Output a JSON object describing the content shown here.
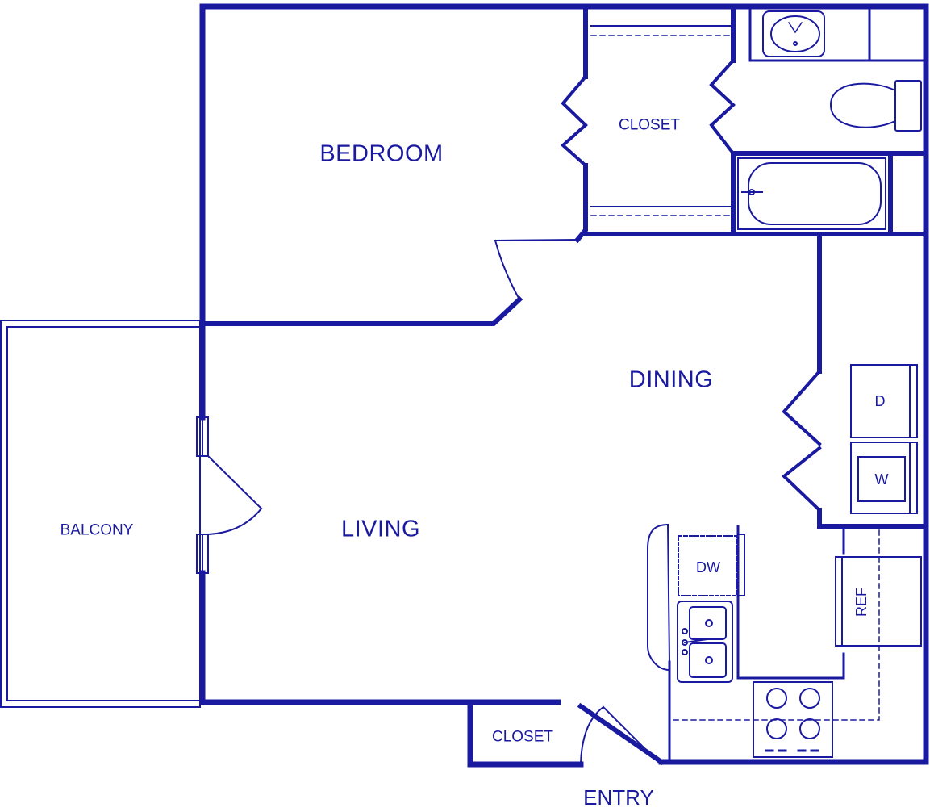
{
  "rooms": {
    "bedroom": "BEDROOM",
    "closet_top": "CLOSET",
    "dining": "DINING",
    "living": "LIVING",
    "balcony": "BALCONY",
    "closet_bottom": "CLOSET",
    "entry": "ENTRY"
  },
  "appliances": {
    "dryer": "D",
    "washer": "W",
    "dishwasher": "DW",
    "refrigerator": "REF"
  },
  "colors": {
    "line": "#1a1aa0"
  }
}
